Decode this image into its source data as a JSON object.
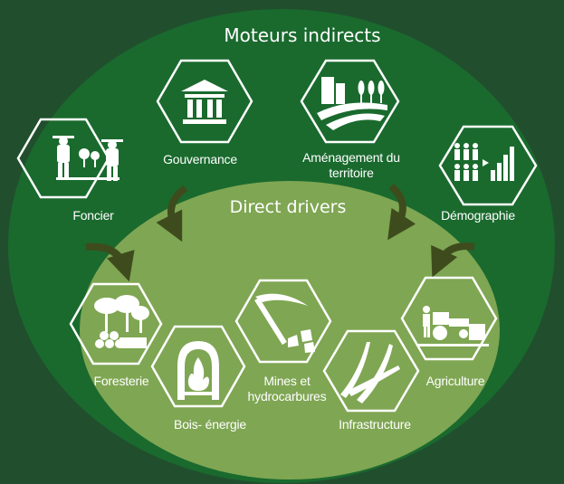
{
  "colors": {
    "background": "#214f2e",
    "outer_ellipse": "#1a6a2e",
    "inner_ellipse": "#7fa653",
    "arrow": "#3e4c1d",
    "hexagon_stroke": "#ffffff"
  },
  "indirect": {
    "title": "Moteurs indirects",
    "items": [
      {
        "label": "Foncier",
        "icon": "farmers-land-icon"
      },
      {
        "label": "Gouvernance",
        "icon": "government-building-icon"
      },
      {
        "label": "Aménagement du",
        "label2": "territoire",
        "icon": "land-planning-icon"
      },
      {
        "label": "Démographie",
        "icon": "population-growth-icon"
      }
    ]
  },
  "direct": {
    "title": "Direct drivers",
    "items": [
      {
        "label": "Foresterie",
        "icon": "forest-logs-icon"
      },
      {
        "label": "Bois- énergie",
        "icon": "firewood-furnace-icon"
      },
      {
        "label": "Mines et",
        "label2": "hydrocarbures",
        "icon": "pickaxe-icon"
      },
      {
        "label": "Infrastructure",
        "icon": "road-icon"
      },
      {
        "label": "Agriculture",
        "icon": "tractor-farming-icon"
      }
    ]
  }
}
